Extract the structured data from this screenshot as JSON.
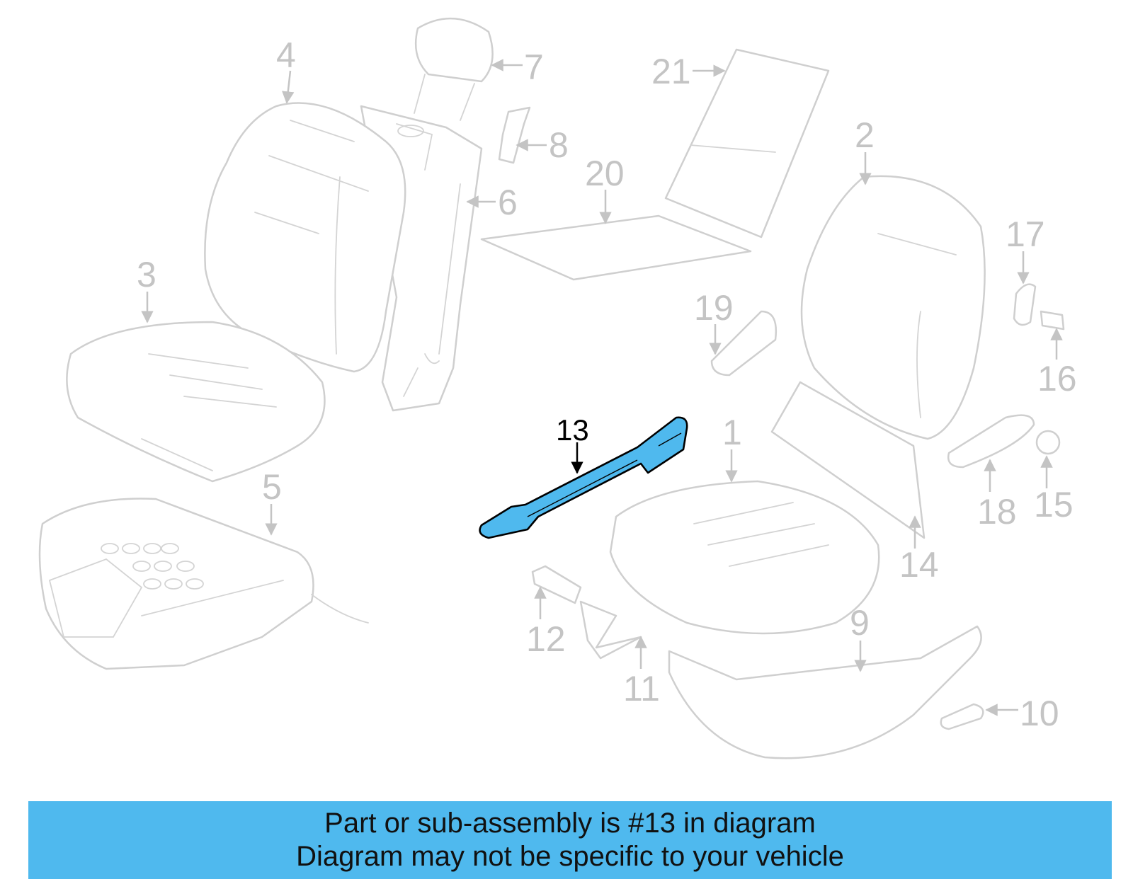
{
  "diagram": {
    "highlight_color": "#4fb9ee",
    "highlighted_part": "13",
    "labels": {
      "l1": "1",
      "l2": "2",
      "l3": "3",
      "l4": "4",
      "l5": "5",
      "l6": "6",
      "l7": "7",
      "l8": "8",
      "l9": "9",
      "l10": "10",
      "l11": "11",
      "l12": "12",
      "l13": "13",
      "l14": "14",
      "l15": "15",
      "l16": "16",
      "l17": "17",
      "l18": "18",
      "l19": "19",
      "l20": "20",
      "l21": "21"
    }
  },
  "banner": {
    "line1": "Part or sub-assembly is #13 in diagram",
    "line2": "Diagram may not be specific to your vehicle",
    "color": "#4fb9ee"
  }
}
